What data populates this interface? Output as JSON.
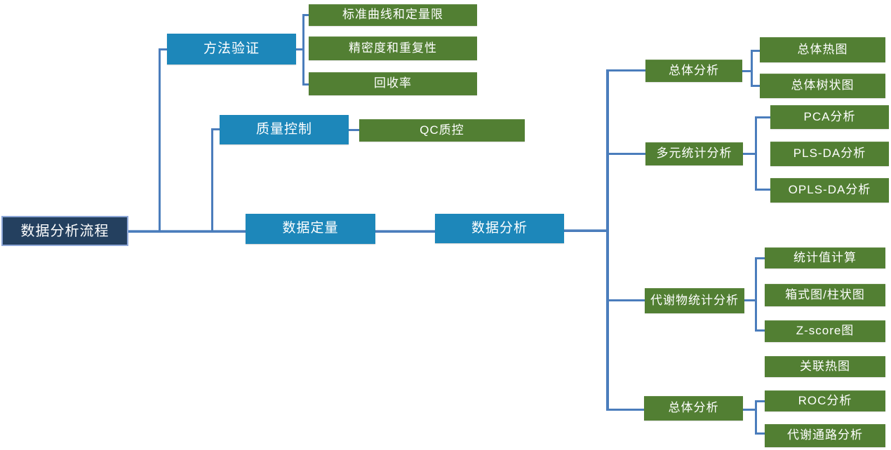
{
  "diagram_title": "数据分析流程",
  "colors": {
    "root_fill": "#24405f",
    "root_border": "#8fa8d8",
    "parent_blue": "#1d87ba",
    "leaf_green": "#527f33",
    "connector_blue": "#4b7dbc",
    "text_white": "#ffffff"
  },
  "nodes": {
    "root": {
      "label": "数据分析流程"
    },
    "method_validation": {
      "label": "方法验证"
    },
    "std_curve": {
      "label": "标准曲线和定量限"
    },
    "precision": {
      "label": "精密度和重复性"
    },
    "recovery": {
      "label": "回收率"
    },
    "quality_control": {
      "label": "质量控制"
    },
    "qc": {
      "label": "QC质控"
    },
    "data_quant": {
      "label": "数据定量"
    },
    "data_analysis": {
      "label": "数据分析"
    },
    "overall1": {
      "label": "总体分析"
    },
    "overall_heatmap": {
      "label": "总体热图"
    },
    "overall_dendrogram": {
      "label": "总体树状图"
    },
    "multivariate": {
      "label": "多元统计分析"
    },
    "pca": {
      "label": "PCA分析"
    },
    "plsda": {
      "label": "PLS-DA分析"
    },
    "oplsda": {
      "label": "OPLS-DA分析"
    },
    "metabolite_stats": {
      "label": "代谢物统计分析"
    },
    "stat_calc": {
      "label": "统计值计算"
    },
    "box_bar": {
      "label": "箱式图/柱状图"
    },
    "zscore": {
      "label": "Z-score图"
    },
    "corr_heatmap": {
      "label": "关联热图"
    },
    "overall2": {
      "label": "总体分析"
    },
    "roc": {
      "label": "ROC分析"
    },
    "pathway": {
      "label": "代谢通路分析"
    }
  },
  "structure_note": "root→(方法验证,质量控制,数据定量); 数据定量→数据分析→(总体分析,多元统计分析,代谢物统计分析,总体分析)"
}
